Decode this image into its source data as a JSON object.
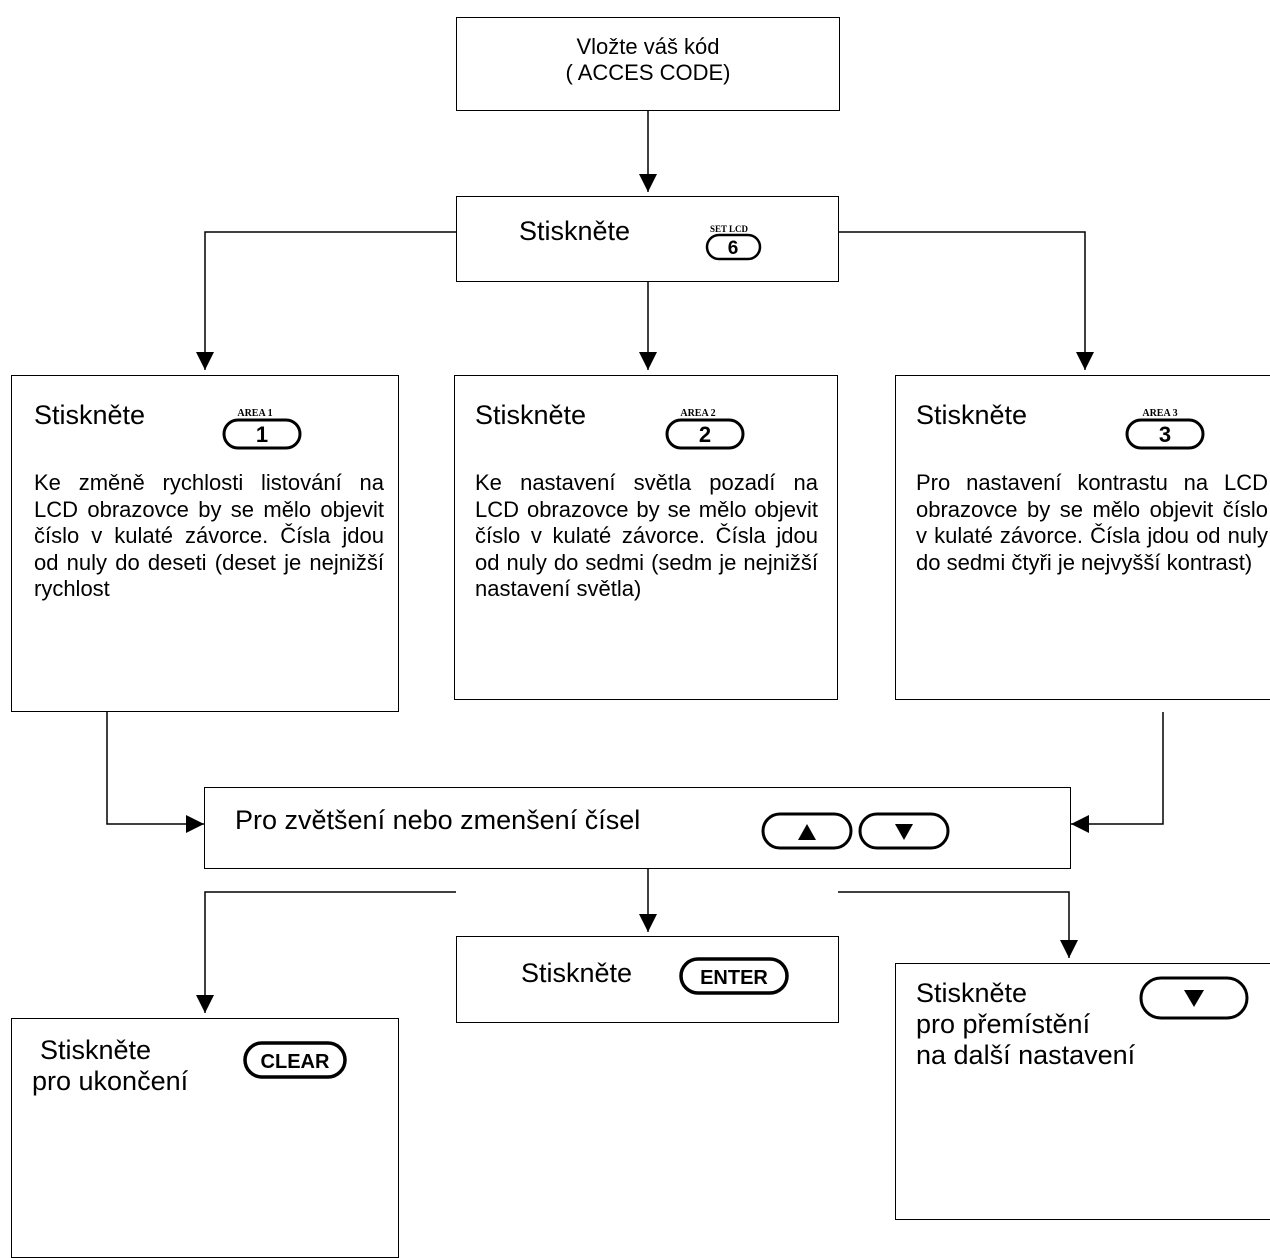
{
  "start": {
    "line1": "Vložte váš kód",
    "line2": "( ACCES CODE)"
  },
  "step_setlcd": {
    "label": "Stiskněte",
    "key": {
      "caption": "SET LCD",
      "digit": "6"
    }
  },
  "options": [
    {
      "label": "Stiskněte",
      "key": {
        "caption": "AREA 1",
        "digit": "1"
      },
      "description": "Ke změně rychlosti listování na LCD obrazovce by se mělo objevit číslo v kulaté závorce. Čísla jdou od nuly do deseti (deset je nejnižší rychlost"
    },
    {
      "label": "Stiskněte",
      "key": {
        "caption": "AREA 2",
        "digit": "2"
      },
      "description": "Ke nastavení světla pozadí na LCD obrazovce by se mělo objevit číslo v kulaté závorce. Čísla jdou od nuly do sedmi (sedm je nejnižší nastavení světla)"
    },
    {
      "label": "Stiskněte",
      "key": {
        "caption": "AREA 3",
        "digit": "3"
      },
      "description": "Pro nastavení kontrastu na LCD obrazovce by se mělo objevit číslo v kulaté závorce. Čísla jdou od nuly do sedmi čtyři je nejvyšší kontrast)"
    }
  ],
  "adjust": {
    "label": "Pro zvětšení nebo zmenšení čísel",
    "up_icon": "up-triangle",
    "down_icon": "down-triangle"
  },
  "confirm": {
    "label": "Stiskněte",
    "key_label": "ENTER"
  },
  "exit": {
    "line1": "Stiskněte",
    "line2": "pro ukončení",
    "key_label": "CLEAR"
  },
  "next": {
    "line1": "Stiskněte",
    "line2": "pro přemístění",
    "line3": "na další nastavení",
    "icon": "down-triangle"
  }
}
